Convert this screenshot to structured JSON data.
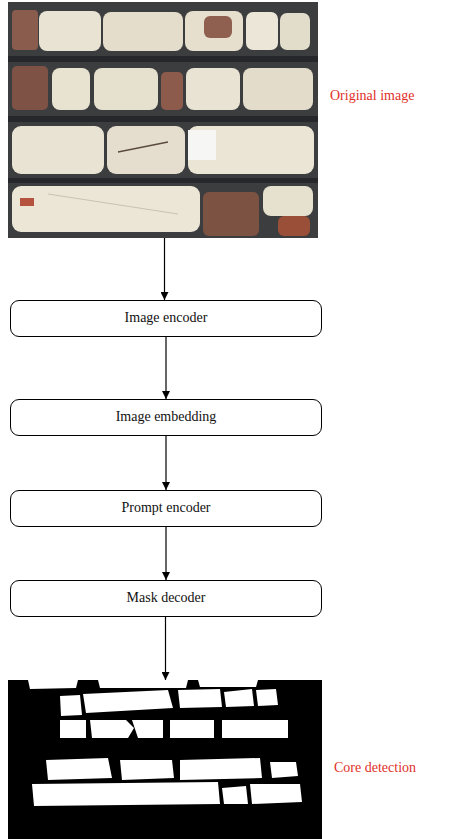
{
  "diagram": {
    "nodes": [
      {
        "text": [
          "Original image"
        ]
      },
      {
        "text": [
          "Image encoder"
        ]
      },
      {
        "text": [
          "Image embedding"
        ]
      },
      {
        "text": [
          "Prompt encoder"
        ]
      },
      {
        "text": [
          "Mask decoder"
        ]
      },
      {
        "text": [
          "Core detection"
        ]
      }
    ],
    "edges": [
      {
        "from": 0,
        "to": 1,
        "arrow": "to"
      },
      {
        "from": 1,
        "to": 2,
        "arrow": "to"
      },
      {
        "from": 2,
        "to": 3,
        "arrow": "to"
      },
      {
        "from": 3,
        "to": 4,
        "arrow": "to"
      },
      {
        "from": 4,
        "to": 5,
        "arrow": "to"
      }
    ]
  }
}
